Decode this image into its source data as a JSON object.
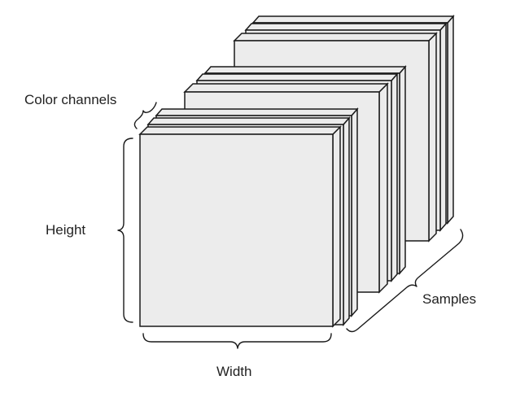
{
  "labels": {
    "color_channels": "Color channels",
    "height": "Height",
    "width": "Width",
    "samples": "Samples"
  },
  "colors": {
    "face_fill": "#ececec",
    "stroke": "#1a1a1a",
    "text": "#222222"
  }
}
